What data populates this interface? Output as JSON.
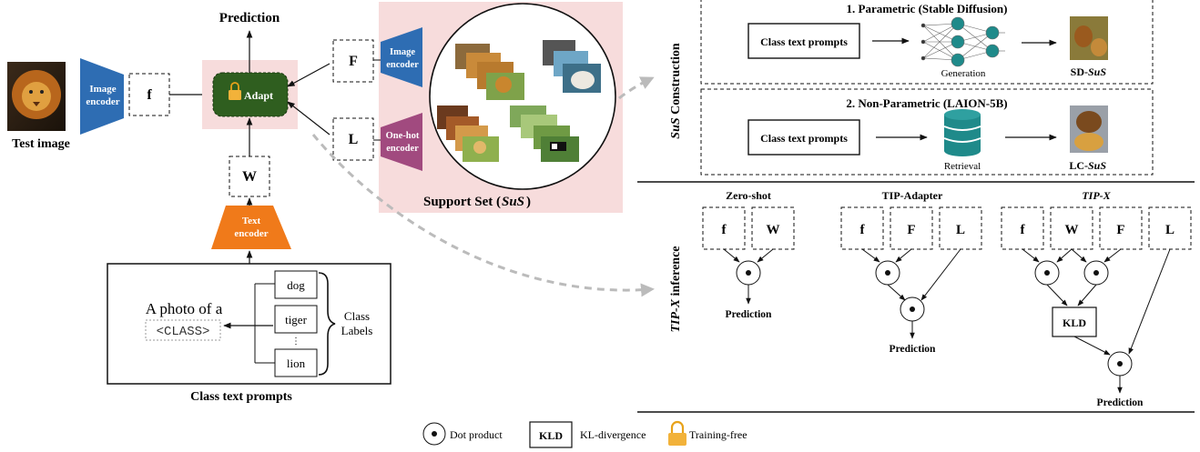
{
  "left": {
    "test_image_label": "Test image",
    "image_encoder": [
      "Image",
      "encoder"
    ],
    "f": "f",
    "prediction": "Prediction",
    "adapt": "Adapt",
    "W": "W",
    "text_encoder": [
      "Text",
      "encoder"
    ],
    "F": "F",
    "L": "L",
    "image_encoder2": [
      "Image",
      "encoder"
    ],
    "onehot_encoder": [
      "One-hot",
      "encoder"
    ],
    "support_set_prefix": "Support Set (",
    "support_set_italic": "SuS",
    "support_set_suffix": ")",
    "prompt_line1": "A photo of a",
    "prompt_class": "<CLASS>",
    "class_items": [
      "dog",
      "tiger",
      "⋮",
      "lion"
    ],
    "class_labels": [
      "Class",
      "Labels"
    ],
    "class_text_prompts": "Class text prompts"
  },
  "construction": {
    "side_italic": "SuS",
    "side_rest": " Construction",
    "parametric_title": "1. Parametric (Stable Diffusion)",
    "parametric_box": "Class text prompts",
    "generation": "Generation",
    "sd_prefix": "SD-",
    "sd_italic": "SuS",
    "nonparam_title": "2. Non-Parametric (LAION-5B)",
    "nonparam_box": "Class text prompts",
    "retrieval": "Retrieval",
    "lc_prefix": "LC-",
    "lc_italic": "SuS"
  },
  "inference": {
    "side_italic": "TIP-X",
    "side_rest": " inference",
    "zeroshot_title": "Zero-shot",
    "tipadapter_title": "TIP-Adapter",
    "tipx_title": "TIP-X",
    "zs_boxes": [
      "f",
      "W"
    ],
    "ta_boxes": [
      "f",
      "F",
      "L"
    ],
    "tx_boxes": [
      "f",
      "W",
      "F",
      "L"
    ],
    "kld": "KLD",
    "prediction": "Prediction"
  },
  "legend": {
    "dot_product": "Dot product",
    "kld_box": "KLD",
    "kl_divergence": "KL-divergence",
    "training_free": "Training-free"
  },
  "colors": {
    "image_encoder": "#2e6db3",
    "text_encoder": "#f07a1a",
    "onehot_encoder": "#a14a7f",
    "adapt": "#2f5e1f",
    "pink": "#f7dcdc",
    "teal": "#1f8a8a"
  }
}
